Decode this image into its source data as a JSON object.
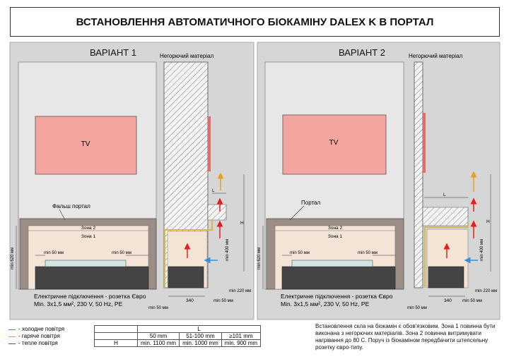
{
  "title": "ВСТАНОВЛЕННЯ АВТОМАТИЧНОГО БІОКАМІНУ DALEX K В ПОРТАЛ",
  "colors": {
    "cold": "#3a8fd0",
    "hot": "#e8a020",
    "warm": "#e02020",
    "tv": "#f4a5a0",
    "wall": "#e8e6e6",
    "portal": "#9c8e86",
    "zone": "#f3e4d6",
    "gray": "#8a8a8a"
  },
  "variant1": {
    "heading": "ВАРІАНТ 1",
    "tv": "TV",
    "portal_label": "Фальш портал",
    "zone2": "Зона 2",
    "zone1": "Зона 1",
    "min50_left": "min 50 мм",
    "min50_right": "min 50 мм",
    "min620": "min 620 мм",
    "noncombustible": "Негорючий матеріал",
    "dim_L": "L",
    "dim_H": "H",
    "min400": "min 400 мм",
    "min220": "min 220 мм",
    "dim340": "340",
    "min50_bottom": "min 50 мм",
    "min50_side": "min 50 мм",
    "electric": "Електричне підключення - розетка Євро",
    "electric_spec": "Min. 3х1,5 мм², 230 V, 50 Hz, PE"
  },
  "variant2": {
    "heading": "ВАРІАНТ 2",
    "tv": "TV",
    "portal_label": "Портал",
    "zone2": "Зона 2",
    "zone1": "Зона 1",
    "min50_left": "min 50 мм",
    "min50_right": "min 50 мм",
    "min620": "min 620 мм",
    "noncombustible": "Негорючий матеріал",
    "dim_L": "L",
    "dim_H": "H",
    "min400": "min 400 мм",
    "min220": "min 220 мм",
    "dim340": "340",
    "min50_bottom": "min 50 мм",
    "min50_side": "min 50 мм",
    "electric": "Електричне підключення - розетка Євро",
    "electric_spec": "Min. 3х1,5 мм², 230 V, 50 Hz, PE"
  },
  "legend": [
    {
      "label": "- холодне повітря",
      "color": "#3a8fd0"
    },
    {
      "label": "- гаряче повітря",
      "color": "#e8a020"
    },
    {
      "label": "- тепле повітря",
      "color": "#e02020"
    }
  ],
  "table": {
    "header": "L",
    "row_label": "H",
    "columns": [
      "50 mm",
      "51-100 mm",
      "≥101 mm"
    ],
    "values": [
      "min. 1100 mm",
      "min. 1000 mm",
      "min. 900 mm"
    ]
  },
  "note": "Встановлення скла на біокамін є обов'язковим. Зона 1 повинна бути виконана з негорючих матеріалів. Зона 2 повинна витримувати нагрівання до 80 С. Поруч із біокаміном передбачити штепсельну розетку євро-типу."
}
